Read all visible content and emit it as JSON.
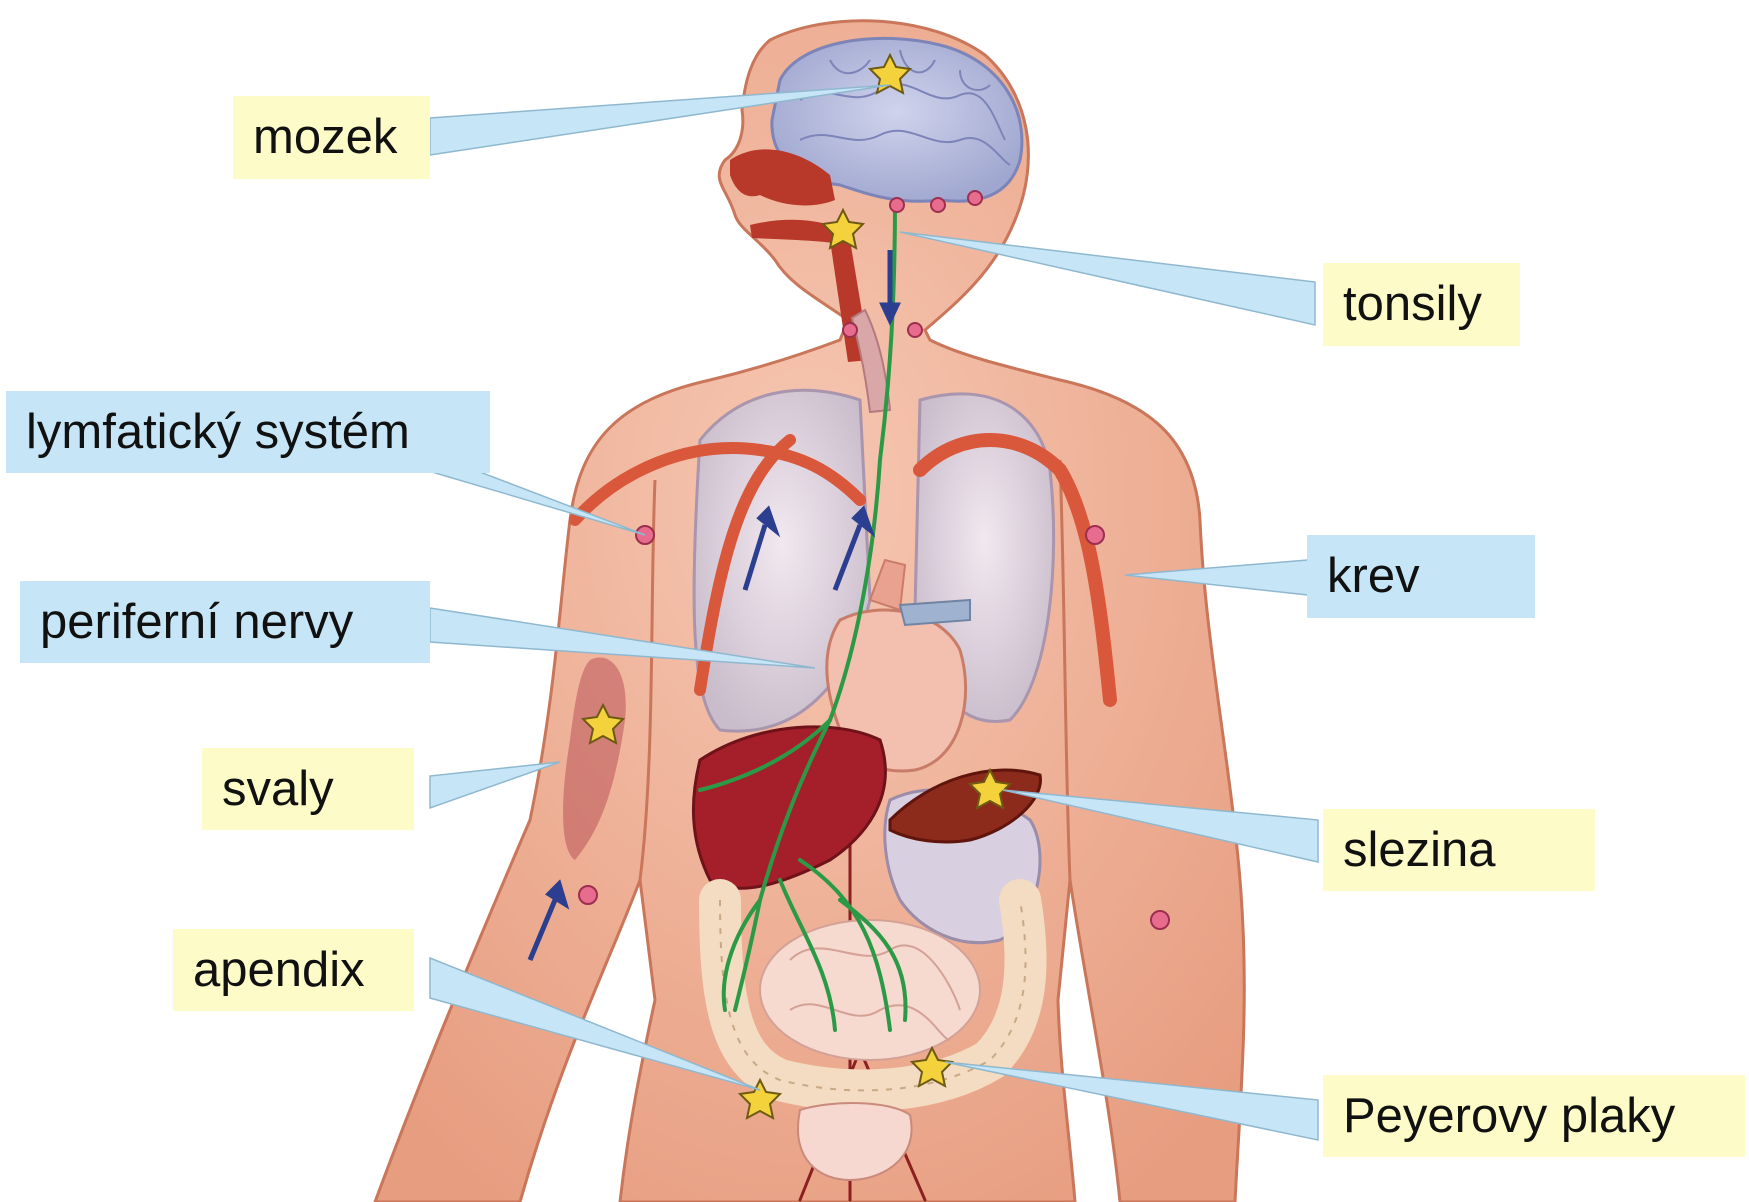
{
  "labels": {
    "brain": "mozek",
    "tonsils": "tonsily",
    "lymphatic": "lymfatický systém",
    "blood": "krev",
    "nerves": "periferní nervy",
    "muscles": "svaly",
    "spleen": "slezina",
    "appendix": "apendix",
    "peyer": "Peyerovy plaky"
  },
  "colors": {
    "label_yellow": "#fdfbc8",
    "label_blue": "#c6e6f7",
    "skin": "#f0b39a",
    "brain": "#b9bfdd",
    "nerve": "#2b9a46",
    "artery": "#d9573a",
    "infection_star": "#f3d23c"
  }
}
